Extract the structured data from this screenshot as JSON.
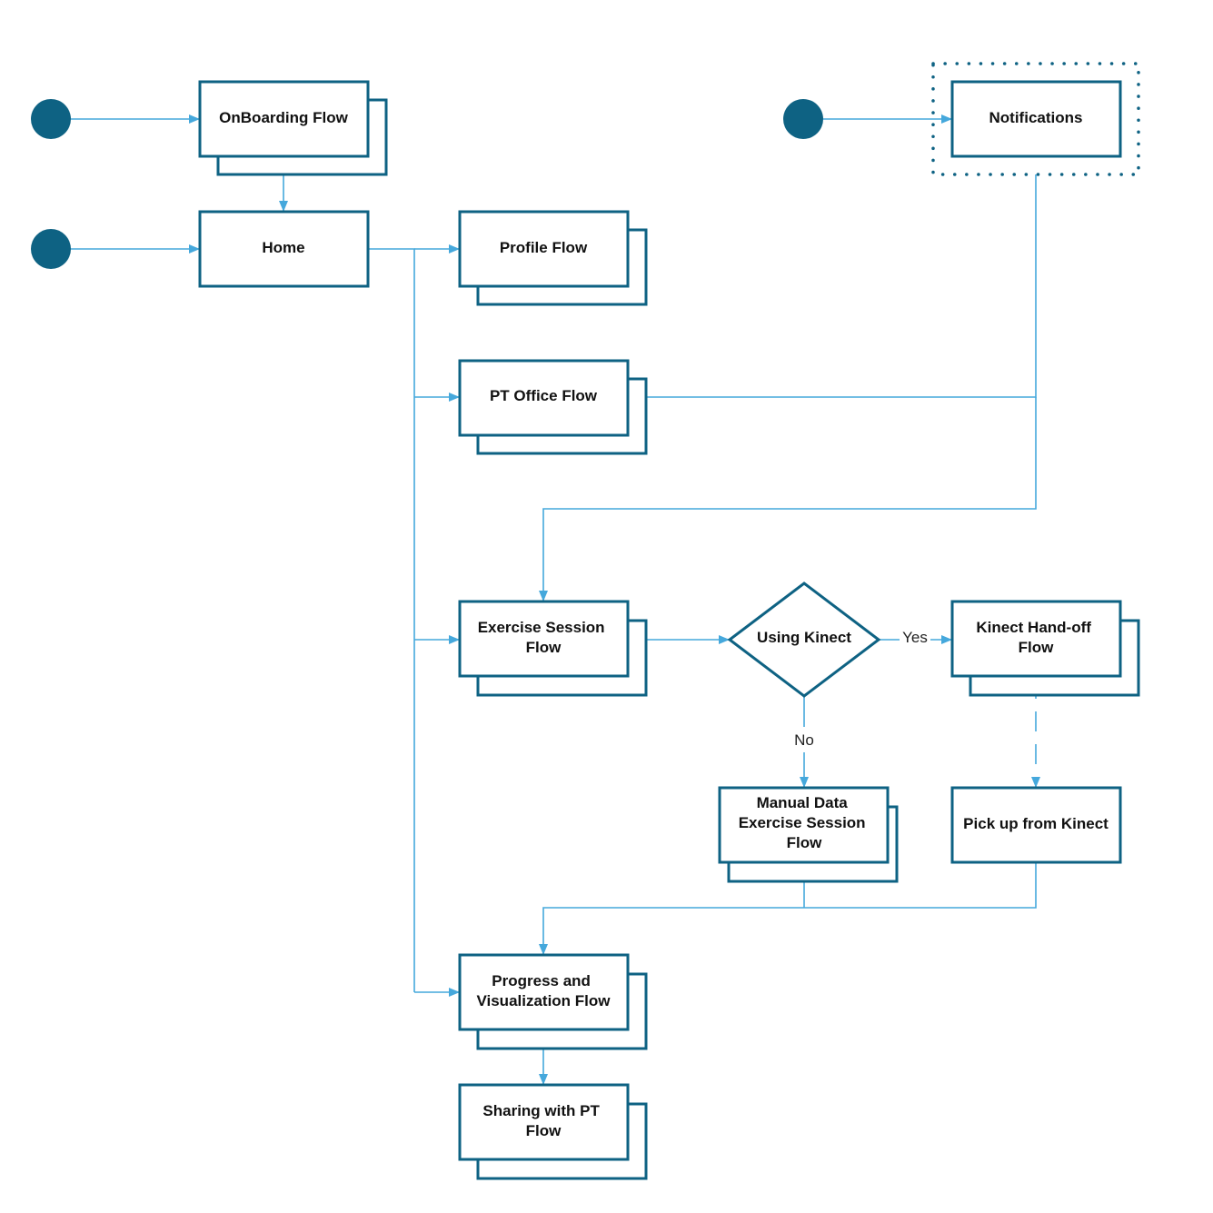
{
  "nodes": {
    "onboarding": {
      "label": "OnBoarding Flow"
    },
    "home": {
      "label": "Home"
    },
    "notifications": {
      "label": "Notifications"
    },
    "profile": {
      "label": "Profile Flow"
    },
    "pt_office": {
      "label": "PT Office Flow"
    },
    "exercise": {
      "label": [
        "Exercise Session",
        "Flow"
      ]
    },
    "using_kinect": {
      "label": "Using Kinect"
    },
    "kinect_handoff": {
      "label": [
        "Kinect Hand-off",
        "Flow"
      ]
    },
    "manual_data": {
      "label": [
        "Manual Data",
        "Exercise Session",
        "Flow"
      ]
    },
    "pickup": {
      "label": "Pick up from Kinect"
    },
    "progress": {
      "label": [
        "Progress and",
        "Visualization Flow"
      ]
    },
    "sharing": {
      "label": [
        "Sharing with PT",
        "Flow"
      ]
    }
  },
  "edge_labels": {
    "yes": "Yes",
    "no": "No"
  },
  "colors": {
    "node_stroke": "#0e6283",
    "connector": "#45a8dc",
    "start_dot": "#0e6283"
  }
}
